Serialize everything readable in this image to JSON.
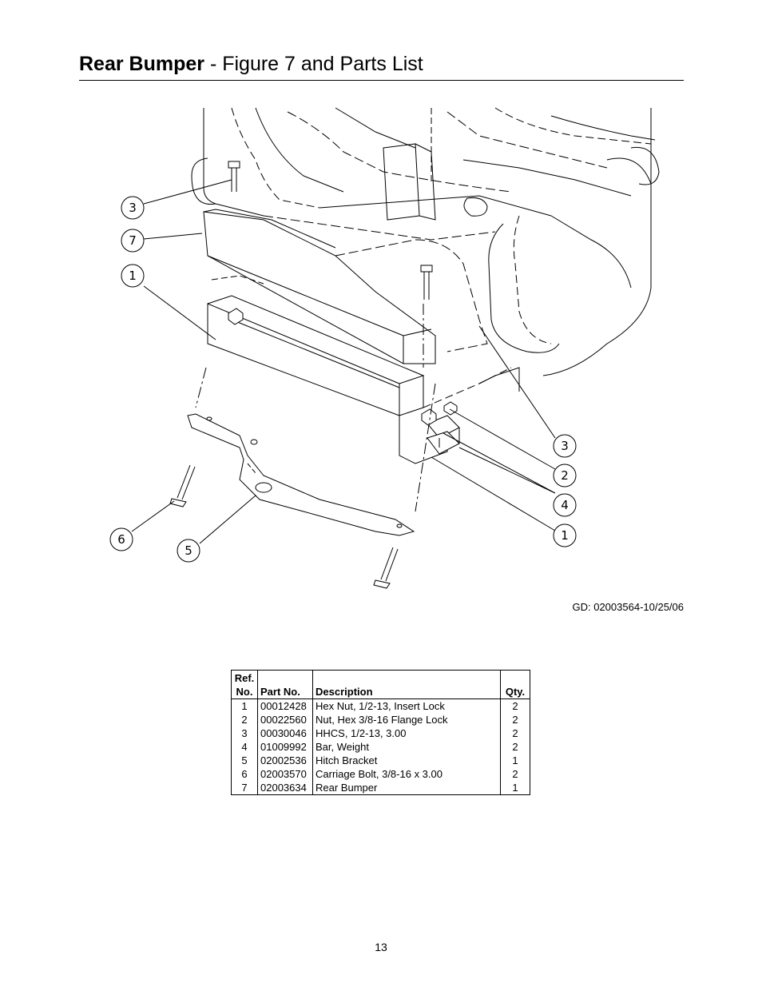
{
  "header": {
    "title_bold": "Rear Bumper",
    "title_rest": " - Figure 7 and Parts List"
  },
  "figure": {
    "callouts": [
      "3",
      "7",
      "1",
      "3",
      "2",
      "4",
      "1",
      "6",
      "5"
    ],
    "drawing_code": "GD: 02003564-10/25/06"
  },
  "parts_table": {
    "headers": {
      "ref_line1": "Ref.",
      "ref_line2": "No.",
      "part_no": "Part No.",
      "description": "Description",
      "qty": "Qty."
    },
    "rows": [
      {
        "ref": "1",
        "part": "00012428",
        "desc": "Hex Nut, 1/2-13, Insert Lock",
        "qty": "2"
      },
      {
        "ref": "2",
        "part": "00022560",
        "desc": "Nut, Hex 3/8-16 Flange Lock",
        "qty": "2"
      },
      {
        "ref": "3",
        "part": "00030046",
        "desc": "HHCS, 1/2-13, 3.00",
        "qty": "2"
      },
      {
        "ref": "4",
        "part": "01009992",
        "desc": "Bar, Weight",
        "qty": "2"
      },
      {
        "ref": "5",
        "part": "02002536",
        "desc": "Hitch Bracket",
        "qty": "1"
      },
      {
        "ref": "6",
        "part": "02003570",
        "desc": "Carriage Bolt, 3/8-16 x 3.00",
        "qty": "2"
      },
      {
        "ref": "7",
        "part": "02003634",
        "desc": "Rear Bumper",
        "qty": "1"
      }
    ]
  },
  "footer": {
    "page_number": "13"
  }
}
